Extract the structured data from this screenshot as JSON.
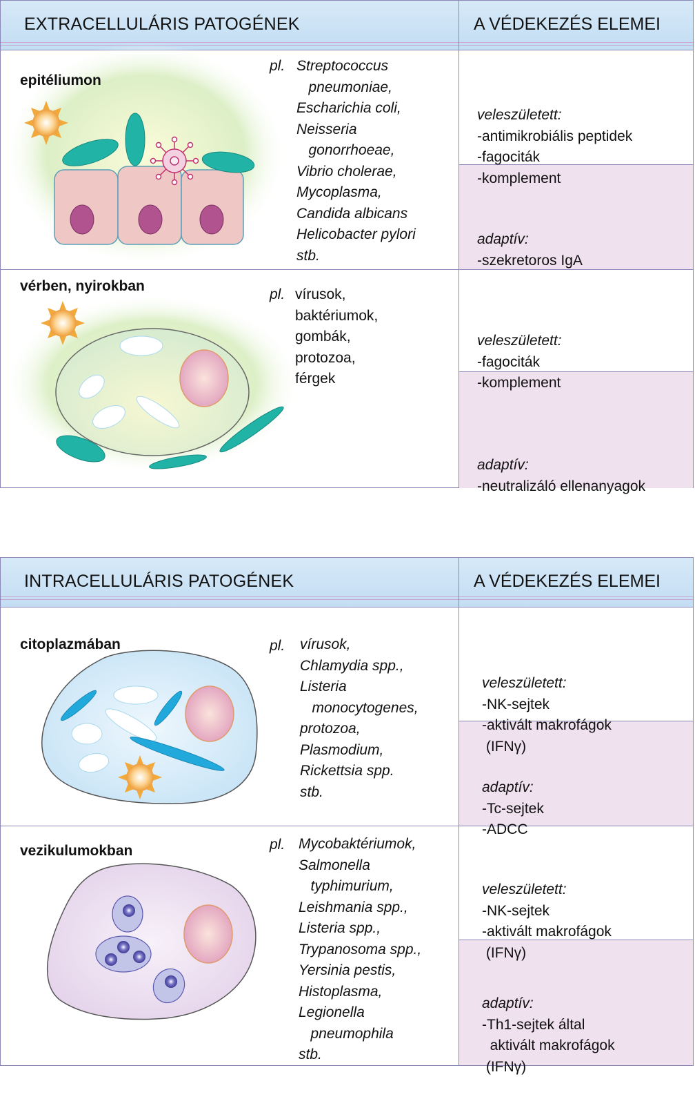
{
  "extracellular": {
    "header_left": "EXTRACELLULÁRIS PATOGÉNEK",
    "header_right": "A VÉDEKEZÉS ELEMEI",
    "rows": [
      {
        "location": "epitéliumon",
        "pl": "pl.",
        "examples": "Streptococcus\n   pneumoniae,\nEscharichia coli,\nNeisseria\n   gonorrhoeae,\nVibrio cholerae,\nMycoplasma,\nCandida albicans\nHelicobacter pylori\nstb.",
        "innate_title": "veleszületett:",
        "innate_items": "-antimikrobiális peptidek\n-fagociták\n-komplement",
        "adaptive_title": "adaptív:",
        "adaptive_items": "-szekretoros IgA"
      },
      {
        "location": "vérben, nyirokban",
        "pl": "pl.",
        "examples": "vírusok,\nbaktériumok,\ngombák,\nprotozoa,\nférgek",
        "innate_title": "veleszületett:",
        "innate_items": "-fagociták\n-komplement",
        "adaptive_title": "adaptív:",
        "adaptive_items": "-neutralizáló ellenanyagok"
      }
    ]
  },
  "intracellular": {
    "header_left": "INTRACELLULÁRIS PATOGÉNEK",
    "header_right": "A VÉDEKEZÉS ELEMEI",
    "rows": [
      {
        "location": "citoplazmában",
        "pl": "pl.",
        "examples": "vírusok,\nChlamydia spp.,\nListeria\n   monocytogenes,\nprotozoa,\nPlasmodium,\nRickettsia spp.\nstb.",
        "innate_title": "veleszületett:",
        "innate_items": "-NK-sejtek\n-aktivált makrofágok\n (IFNγ)",
        "adaptive_title": "adaptív:",
        "adaptive_items": "-Tc-sejtek\n-ADCC"
      },
      {
        "location": "vezikulumokban",
        "pl": "pl.",
        "examples": "Mycobaktériumok,\nSalmonella\n   typhimurium,\nLeishmania spp.,\nListeria spp.,\nTrypanosoma spp.,\nYersinia pestis,\nHistoplasma,\nLegionella\n   pneumophila\nstb.",
        "innate_title": "veleszületett:",
        "innate_items": "-NK-sejtek\n-aktivált makrofágok\n (IFNγ)",
        "adaptive_title": "adaptív:",
        "adaptive_items": "-Th1-sejtek által\n  aktivált makrofágok\n (IFNγ)"
      }
    ]
  },
  "colors": {
    "header": "#c8e0f5",
    "border": "#8a86b8",
    "adaptive_bg": "#f0e1ef",
    "teal": "#20b3a6",
    "blue_organism": "#22a9dc",
    "nucleus": "#e8b0c4",
    "epithelial": "#efc8c6"
  }
}
